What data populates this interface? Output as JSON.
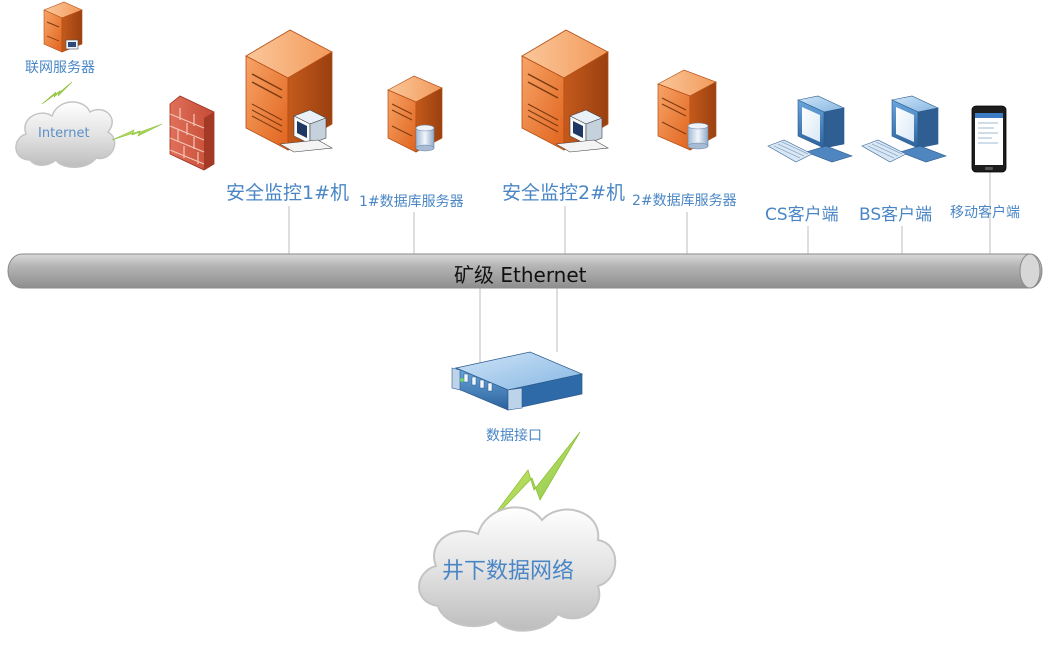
{
  "diagram": {
    "nodes": {
      "web_server": {
        "label": "联网服务器",
        "icon": "server-tower-icon"
      },
      "internet": {
        "label": "Internet",
        "icon": "cloud-icon"
      },
      "firewall": {
        "icon": "firewall-icon"
      },
      "monitor1": {
        "label": "安全监控1#机",
        "icon": "server-workstation-icon"
      },
      "db1": {
        "label": "1#数据库服务器",
        "icon": "database-server-icon"
      },
      "monitor2": {
        "label": "安全监控2#机",
        "icon": "server-workstation-icon"
      },
      "db2": {
        "label": "2#数据库服务器",
        "icon": "database-server-icon"
      },
      "cs_client": {
        "label": "CS客户端",
        "icon": "desktop-computer-icon"
      },
      "bs_client": {
        "label": "BS客户端",
        "icon": "desktop-computer-icon"
      },
      "mobile_client": {
        "label": "移动客户端",
        "icon": "smartphone-icon"
      },
      "bus": {
        "label": "矿级 Ethernet",
        "icon": "ethernet-bus"
      },
      "data_interface": {
        "label": "数据接口",
        "icon": "rack-device-icon"
      },
      "underground": {
        "label": "井下数据网络",
        "icon": "cloud-icon"
      }
    },
    "edges": [
      {
        "from": "web_server",
        "to": "internet",
        "type": "wireless"
      },
      {
        "from": "internet",
        "to": "firewall",
        "type": "wireless"
      },
      {
        "from": "monitor1",
        "to": "bus",
        "type": "wired"
      },
      {
        "from": "db1",
        "to": "bus",
        "type": "wired"
      },
      {
        "from": "monitor2",
        "to": "bus",
        "type": "wired"
      },
      {
        "from": "db2",
        "to": "bus",
        "type": "wired"
      },
      {
        "from": "cs_client",
        "to": "bus",
        "type": "wired"
      },
      {
        "from": "bs_client",
        "to": "bus",
        "type": "wired"
      },
      {
        "from": "mobile_client",
        "to": "bus",
        "type": "wired"
      },
      {
        "from": "bus",
        "to": "data_interface",
        "type": "wired"
      },
      {
        "from": "data_interface",
        "to": "underground",
        "type": "wireless"
      }
    ],
    "colors": {
      "label_text": "#4a86c5",
      "server_orange": "#e87a2e",
      "server_dark": "#b44f15",
      "bus_gray": "#a9a9a9",
      "device_blue": "#3c78b5",
      "lightning_yellow": "#e8ea35",
      "lightning_green": "#7ac35a",
      "cloud_gray": "#d4d4d4"
    }
  }
}
